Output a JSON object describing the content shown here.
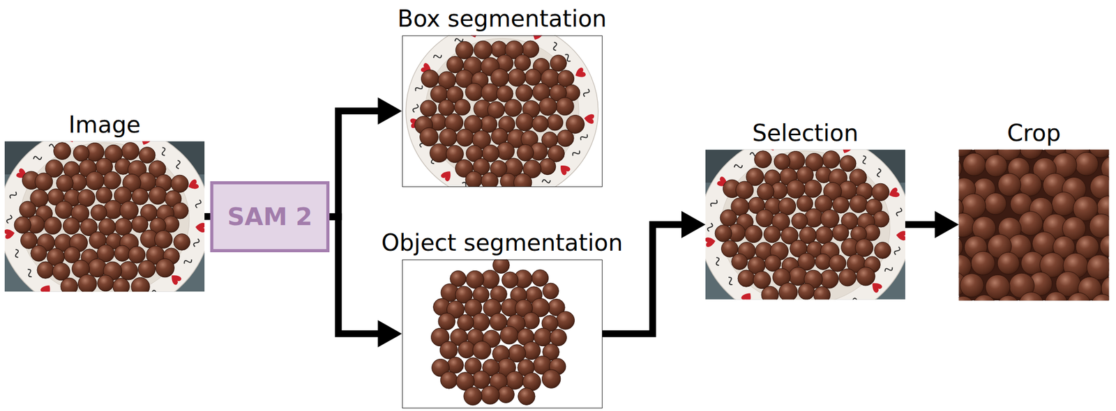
{
  "diagram": {
    "nodes": [
      {
        "text": [
          "Image"
        ]
      },
      {
        "text": [
          "SAM 2"
        ]
      },
      {
        "text": [
          "Box segmentation"
        ]
      },
      {
        "text": [
          "Object segmentation"
        ]
      },
      {
        "text": [
          "Selection"
        ]
      },
      {
        "text": [
          "Crop"
        ]
      }
    ],
    "edges": [
      {
        "from": 0,
        "to": 1,
        "arrow": "none"
      },
      {
        "from": 1,
        "to": 2,
        "arrow": "to"
      },
      {
        "from": 1,
        "to": 3,
        "arrow": "to"
      },
      {
        "from": 3,
        "to": 4,
        "arrow": "to"
      },
      {
        "from": 4,
        "to": 5,
        "arrow": "to"
      }
    ]
  }
}
